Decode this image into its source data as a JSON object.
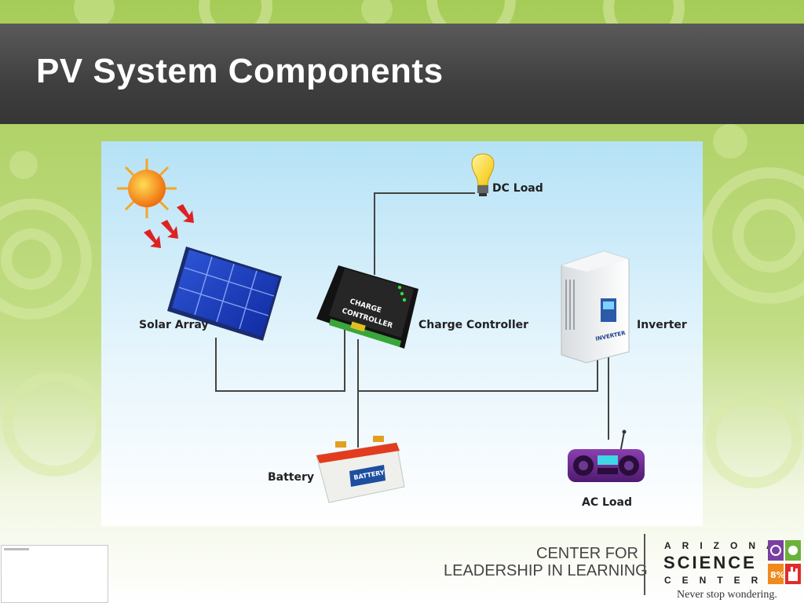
{
  "slide": {
    "title": "PV System Components"
  },
  "diagram": {
    "labels": {
      "dc_load": "DC Load",
      "solar_array": "Solar Array",
      "charge_controller": "Charge Controller",
      "inverter": "Inverter",
      "battery": "Battery",
      "ac_load": "AC Load"
    },
    "device_text": {
      "controller_line1": "CHARGE",
      "controller_line2": "CONTROLLER",
      "battery_text": "BATTERY",
      "inverter_text": "INVERTER"
    }
  },
  "footer": {
    "center_line1": "CENTER FOR",
    "center_line2": "LEADERSHIP IN LEARNING",
    "asc_line1": "ARIZONA",
    "asc_line2": "SCIENCE",
    "asc_line3": "CENTER",
    "tagline": "Never stop wondering."
  },
  "colors": {
    "background_green": "#a9cf5e",
    "title_band": "#424242",
    "diagram_sky": "#bfe6f6",
    "wire": "#444444"
  }
}
